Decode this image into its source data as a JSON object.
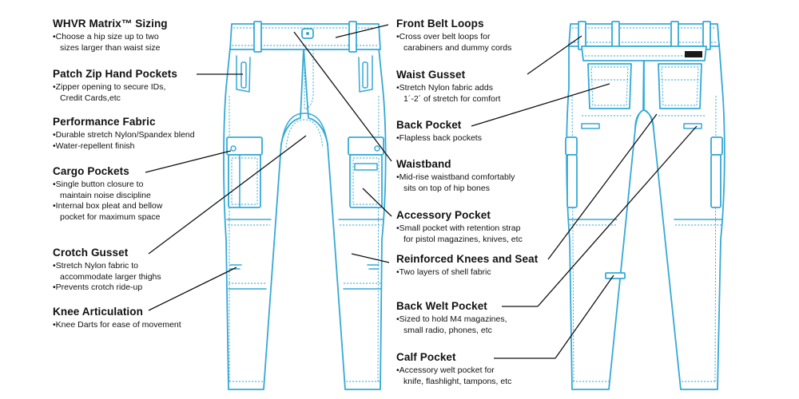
{
  "features": [
    {
      "id": "whvr-sizing",
      "title": "WHVR Matrix™ Sizing",
      "bullets": [
        [
          "•Choose a hip size up to two",
          "sizes larger than waist size"
        ]
      ]
    },
    {
      "id": "patch-zip",
      "title": "Patch Zip Hand Pockets",
      "bullets": [
        [
          "•Zipper opening to secure IDs,",
          "Credit Cards,etc"
        ]
      ]
    },
    {
      "id": "performance-fabric",
      "title": "Performance Fabric",
      "bullets": [
        [
          "•Durable stretch Nylon/Spandex blend"
        ],
        [
          "•Water-repellent finish"
        ]
      ]
    },
    {
      "id": "cargo-pockets",
      "title": "Cargo Pockets",
      "bullets": [
        [
          "•Single button closure to",
          "maintain noise discipline"
        ],
        [
          "•Internal box pleat and bellow",
          "pocket for maximum space"
        ]
      ]
    },
    {
      "id": "crotch-gusset",
      "title": "Crotch Gusset",
      "bullets": [
        [
          "•Stretch Nylon fabric to",
          "accommodate larger thighs"
        ],
        [
          "•Prevents crotch ride-up"
        ]
      ]
    },
    {
      "id": "knee-articulation",
      "title": "Knee Articulation",
      "bullets": [
        [
          "•Knee Darts for ease of movement"
        ]
      ]
    },
    {
      "id": "front-belt-loops",
      "title": "Front Belt Loops",
      "bullets": [
        [
          "•Cross over belt loops for",
          "carabiners and dummy cords"
        ]
      ]
    },
    {
      "id": "waist-gusset",
      "title": "Waist Gusset",
      "bullets": [
        [
          "•Stretch Nylon fabric adds",
          "1´-2´ of stretch for comfort"
        ]
      ]
    },
    {
      "id": "back-pocket",
      "title": "Back Pocket",
      "bullets": [
        [
          "•Flapless back pockets"
        ]
      ]
    },
    {
      "id": "waistband",
      "title": "Waistband",
      "bullets": [
        [
          "•Mid-rise waistband comfortably",
          "sits on top of hip bones"
        ]
      ]
    },
    {
      "id": "accessory-pocket",
      "title": "Accessory Pocket",
      "bullets": [
        [
          "•Small pocket with retention strap",
          "for pistol magazines, knives, etc"
        ]
      ]
    },
    {
      "id": "reinforced-knees",
      "title": "Reinforced Knees and Seat",
      "bullets": [
        [
          "•Two layers of shell fabric"
        ]
      ]
    },
    {
      "id": "back-welt-pocket",
      "title": "Back Welt Pocket",
      "bullets": [
        [
          "•Sized to hold M4 magazines,",
          "small radio, phones, etc"
        ]
      ]
    },
    {
      "id": "calf-pocket",
      "title": "Calf Pocket",
      "bullets": [
        [
          "•Accessory welt pocket for",
          "knife, flashlight, tampons, etc"
        ]
      ]
    }
  ],
  "colors": {
    "outline": "#35a9d6",
    "stitch": "#35a9d6",
    "fill": "#ffffff",
    "leader": "#111111",
    "text": "#111111"
  }
}
